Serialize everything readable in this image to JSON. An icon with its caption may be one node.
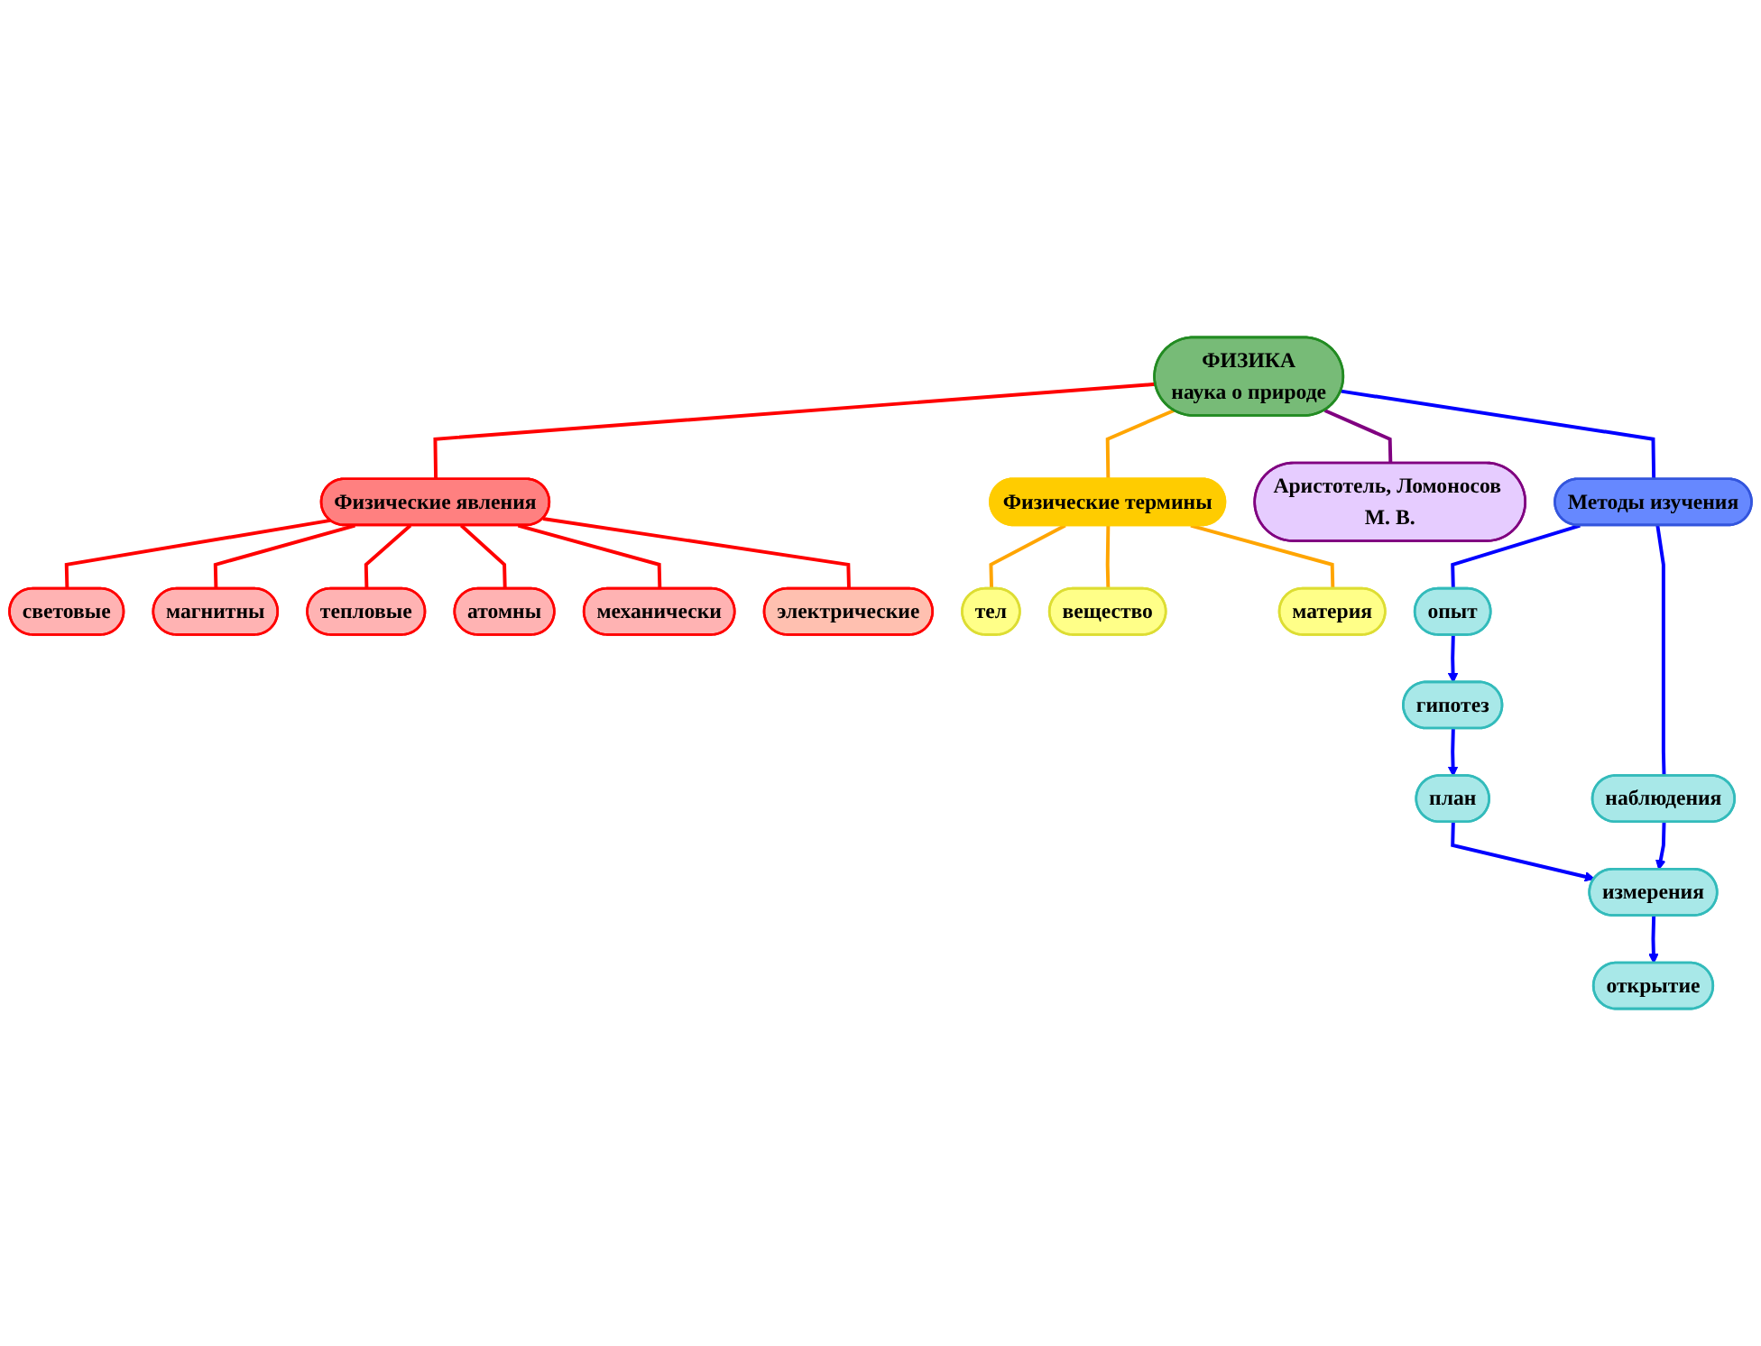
{
  "diagram": {
    "nodes": [
      {
        "text": [
          "световые"
        ]
      },
      {
        "text": [
          "магнитны"
        ]
      },
      {
        "text": [
          "тепловые"
        ]
      },
      {
        "text": [
          "атомны"
        ]
      },
      {
        "text": [
          "Физические явления"
        ]
      },
      {
        "text": [
          "механически"
        ]
      },
      {
        "text": [
          "электрические"
        ]
      },
      {
        "text": [
          "ФИЗИКА",
          "наука о природе"
        ]
      },
      {
        "text": [
          "Физические термины"
        ]
      },
      {
        "text": [
          "Аристотель, Ломоносов М. В."
        ]
      },
      {
        "text": [
          "Методы изучения"
        ]
      },
      {
        "text": [
          "опыт"
        ]
      },
      {
        "text": [
          "тел"
        ]
      },
      {
        "text": [
          "вещество"
        ]
      },
      {
        "text": [
          "материя"
        ]
      },
      {
        "text": [
          "гипотез"
        ]
      },
      {
        "text": [
          "наблюдения"
        ]
      },
      {
        "text": [
          "план"
        ]
      },
      {
        "text": [
          "измерения"
        ]
      },
      {
        "text": [
          "открытие"
        ]
      }
    ],
    "edges": [
      {
        "from": 7,
        "to": 4,
        "arrow": "none",
        "color": "#ff0000"
      },
      {
        "from": 4,
        "to": 0,
        "arrow": "none",
        "color": "#ff0000"
      },
      {
        "from": 4,
        "to": 1,
        "arrow": "none",
        "color": "#ff0000"
      },
      {
        "from": 4,
        "to": 2,
        "arrow": "none",
        "color": "#ff0000"
      },
      {
        "from": 4,
        "to": 3,
        "arrow": "none",
        "color": "#ff0000"
      },
      {
        "from": 4,
        "to": 5,
        "arrow": "none",
        "color": "#ff0000"
      },
      {
        "from": 4,
        "to": 6,
        "arrow": "none",
        "color": "#ff0000"
      },
      {
        "from": 7,
        "to": 8,
        "arrow": "none",
        "color": "#ffa500"
      },
      {
        "from": 8,
        "to": 12,
        "arrow": "none",
        "color": "#ffa500"
      },
      {
        "from": 8,
        "to": 13,
        "arrow": "none",
        "color": "#ffa500"
      },
      {
        "from": 8,
        "to": 14,
        "arrow": "none",
        "color": "#ffa500"
      },
      {
        "from": 7,
        "to": 9,
        "arrow": "none",
        "color": "#800080"
      },
      {
        "from": 7,
        "to": 10,
        "arrow": "none"
      },
      {
        "from": 10,
        "to": 11,
        "arrow": "none"
      },
      {
        "from": 10,
        "to": 16,
        "arrow": "none"
      },
      {
        "from": 11,
        "to": 15,
        "arrow": "to"
      },
      {
        "from": 15,
        "to": 17,
        "arrow": "to"
      },
      {
        "from": 17,
        "to": 18,
        "arrow": "to"
      },
      {
        "from": 18,
        "to": 19,
        "arrow": "to"
      },
      {
        "from": 16,
        "to": 18,
        "arrow": "to"
      }
    ]
  }
}
